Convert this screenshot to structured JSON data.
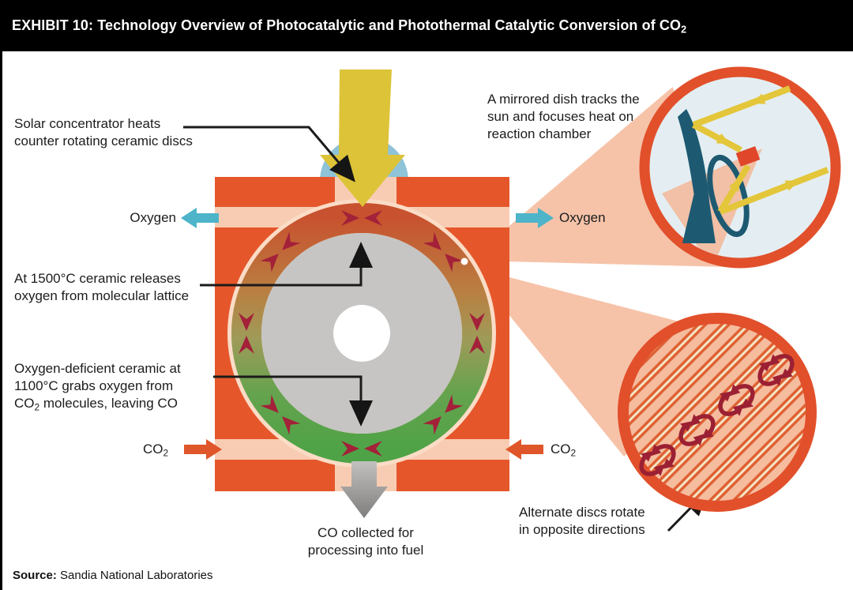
{
  "header": {
    "title": "EXHIBIT 10: Technology Overview of Photocatalytic and Photothermal Catalytic Conversion of CO",
    "title_subscript": "2"
  },
  "diagram": {
    "labels": {
      "solar_concentrator": "Solar concentrator heats\ncounter rotating ceramic discs",
      "mirrored_dish": "A mirrored dish tracks the\nsun and focuses heat on\nreaction chamber",
      "ceramic_hot": "At 1500°C ceramic releases\noxygen from molecular lattice",
      "ceramic_cold_line1": "Oxygen-deficient ceramic at",
      "ceramic_cold_line2": "1100°C grabs oxygen from",
      "ceramic_cold_line3_base": "CO",
      "ceramic_cold_line3_sub": "2",
      "ceramic_cold_line3_rest": " molecules, leaving CO",
      "oxygen_left": "Oxygen",
      "oxygen_right": "Oxygen",
      "co2_left_base": "CO",
      "co2_left_sub": "2",
      "co2_right_base": "CO",
      "co2_right_sub": "2",
      "co_collected": "CO collected for\nprocessing into fuel",
      "alternate_discs": "Alternate discs rotate\nin opposite directions"
    },
    "colors": {
      "housing_orange": "#e5572b",
      "channel_peach": "#f8ccb2",
      "ring_hot_red": "#c8522f",
      "ring_cold_green": "#4fa347",
      "disc_gray": "#c6c5c3",
      "oxygen_cyan": "#4db4c9",
      "solar_yellow": "#ddc338",
      "rotation_red": "#a32139",
      "inset_border_orange": "#e1502b",
      "inset_sky_blue": "#e4eef2",
      "dish_teal": "#1d5a72",
      "receiver_red": "#e0462a",
      "output_gray": "#8f8e8d"
    }
  },
  "footer": {
    "source_label": "Source:",
    "source_text": " Sandia National Laboratories"
  }
}
